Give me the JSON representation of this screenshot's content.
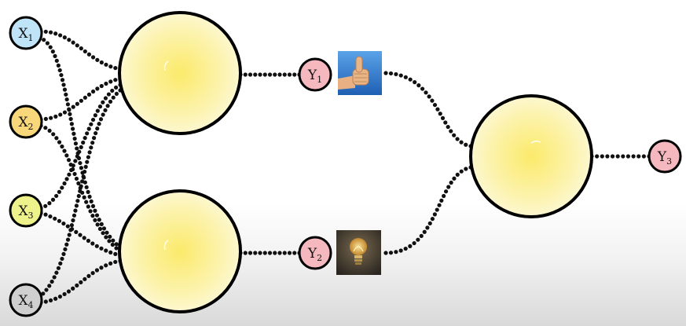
{
  "diagram": {
    "inputs": [
      {
        "id": "x1",
        "letter": "X",
        "sub": "1",
        "color": "#bfe3f7"
      },
      {
        "id": "x2",
        "letter": "X",
        "sub": "2",
        "color": "#f8d67a"
      },
      {
        "id": "x3",
        "letter": "X",
        "sub": "3",
        "color": "#eef28a"
      },
      {
        "id": "x4",
        "letter": "X",
        "sub": "4",
        "color": "#cfcfcf"
      }
    ],
    "neurons": [
      {
        "id": "n1"
      },
      {
        "id": "n2"
      },
      {
        "id": "n3"
      }
    ],
    "outputs": [
      {
        "id": "y1",
        "letter": "Y",
        "sub": "1",
        "color": "#f6b8bf",
        "icon": "thumbs-up-icon"
      },
      {
        "id": "y2",
        "letter": "Y",
        "sub": "2",
        "color": "#f6b8bf",
        "icon": "lightbulb-icon"
      },
      {
        "id": "y3",
        "letter": "Y",
        "sub": "3",
        "color": "#f6b8bf"
      }
    ],
    "colors": {
      "neuron_fill": "#fbf2a6",
      "neuron_stroke": "#000000",
      "dot_color": "#111111"
    }
  }
}
